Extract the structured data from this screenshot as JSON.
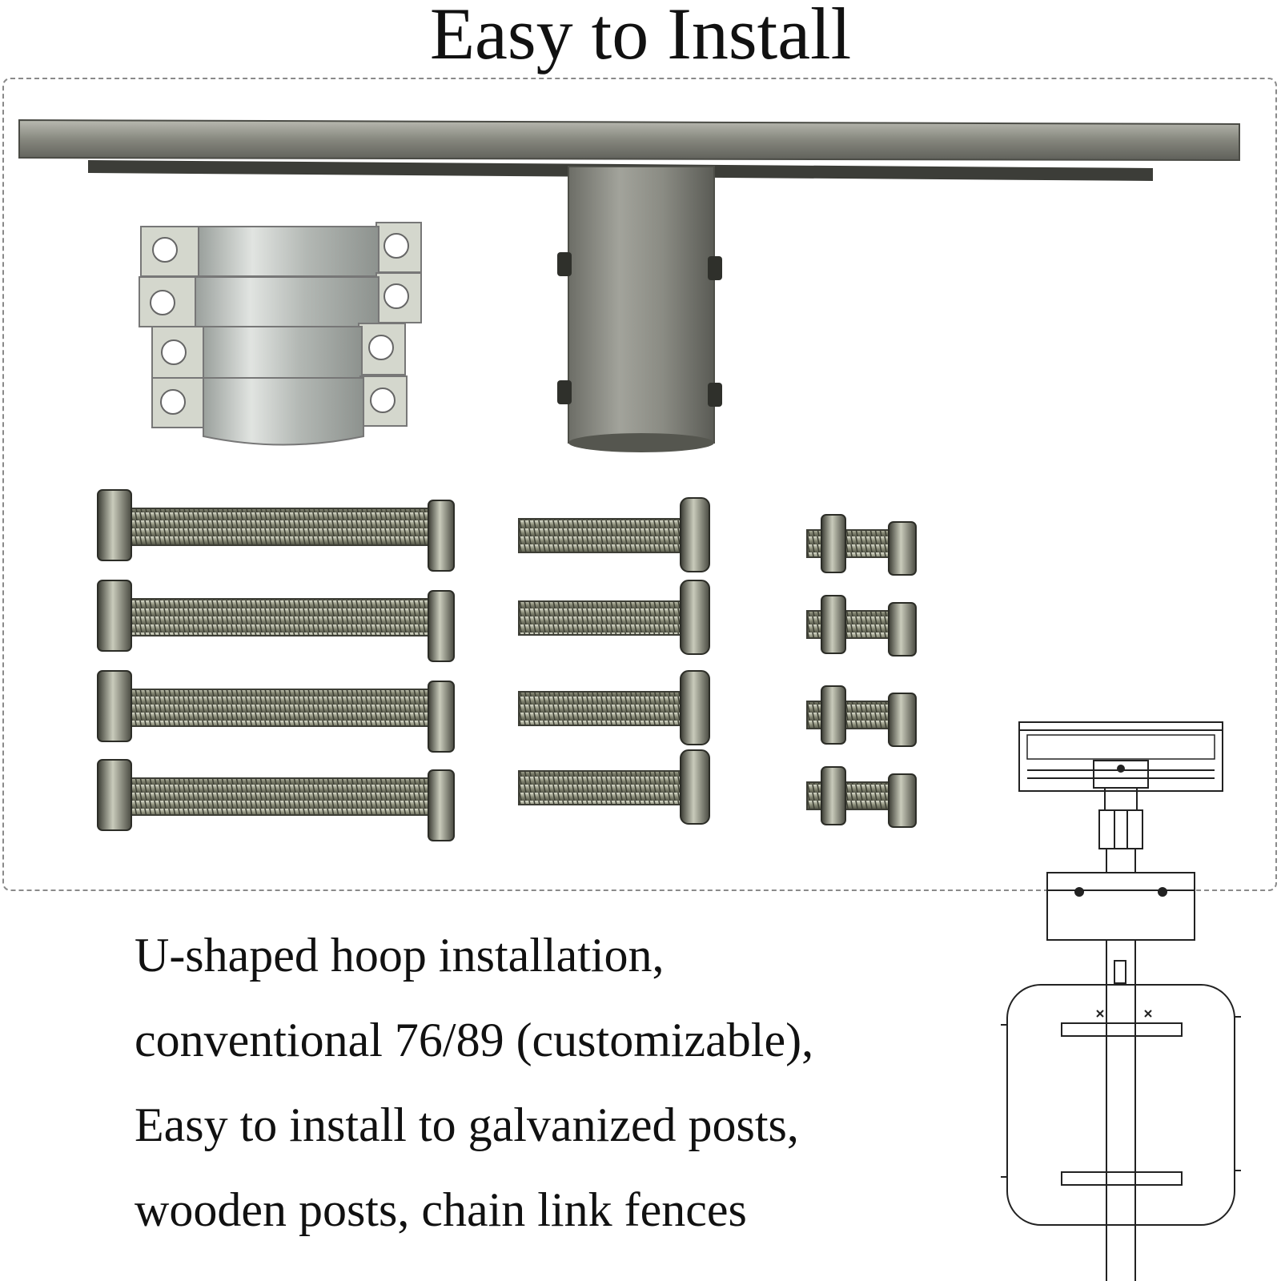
{
  "header": {
    "title": "Easy to Install"
  },
  "description": {
    "lines": [
      "U-shaped hoop installation,",
      "conventional 76/89 (customizable),",
      "Easy to install to galvanized posts,",
      "wooden posts, chain link fences"
    ]
  },
  "colors": {
    "steel": "#7b7b72",
    "zinc": "#c7ccc9",
    "bolt": "#a9ab96",
    "line": "#222222"
  },
  "hardware": {
    "bracket_icon": "t-bracket-icon",
    "hoop_icon": "u-hoop-clamp-icon",
    "long_bolt_count": 4,
    "medium_bolt_count": 4,
    "short_bolt_count": 4
  }
}
